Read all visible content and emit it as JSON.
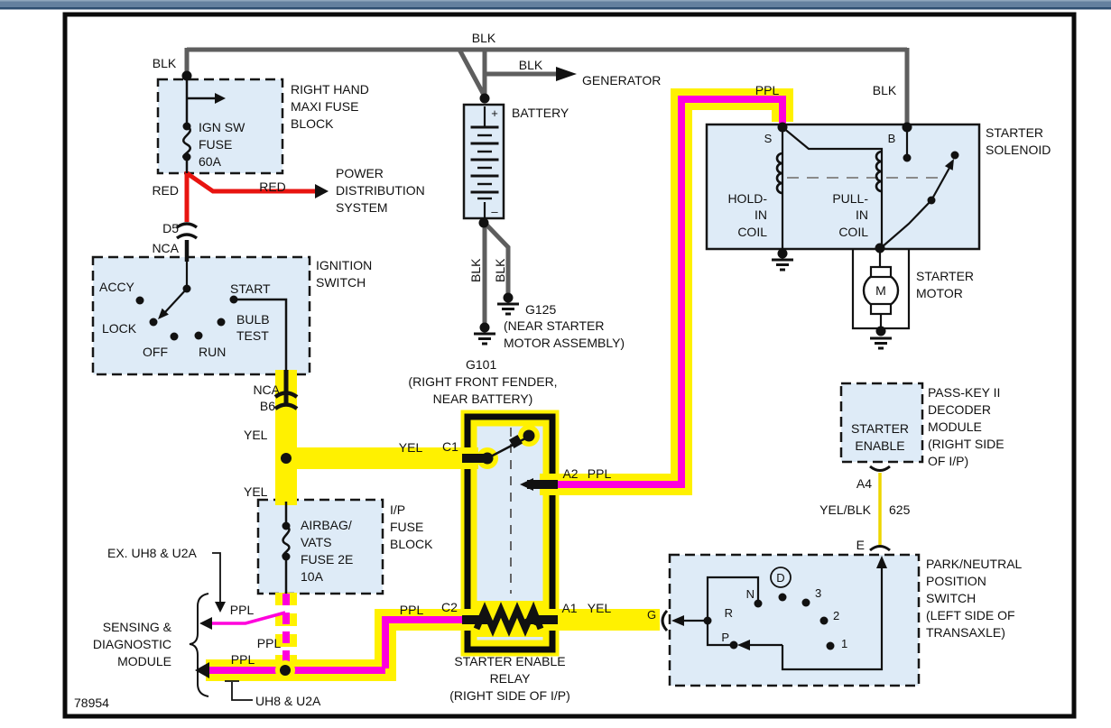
{
  "titlebar": {
    "color": "#64809f",
    "edge_color": "#2d4d70"
  },
  "figure_number": "78954",
  "colors": {
    "wire_blk": "#5E5E5E",
    "wire_red": "#E81410",
    "wire_ppl": "#FF00DC",
    "wire_yel": "#FFF100",
    "circuit_highlight": "#FFF100",
    "component_fill": "#DEEBF7"
  },
  "labels": {
    "blk_top": "BLK",
    "blk_left": "BLK",
    "blk_gen": "BLK",
    "generator": "GENERATOR",
    "battery": "BATTERY",
    "ppl_top": "PPL",
    "blk_b": "BLK",
    "rh_block_1": "RIGHT HAND",
    "rh_block_2": "MAXI FUSE",
    "rh_block_3": "BLOCK",
    "ign_fuse_1": "IGN SW",
    "ign_fuse_2": "FUSE",
    "ign_fuse_3": "60A",
    "red_1": "RED",
    "red_2": "RED",
    "power_1": "POWER",
    "power_2": "DISTRIBUTION",
    "power_3": "SYSTEM",
    "d5": "D5",
    "nca_top": "NCA",
    "ign_title_1": "IGNITION",
    "ign_title_2": "SWITCH",
    "accy": "ACCY",
    "lock": "LOCK",
    "off": "OFF",
    "run": "RUN",
    "bulb_1": "BULB",
    "bulb_2": "TEST",
    "start": "START",
    "nca_b6_1": "NCA",
    "nca_b6_2": "B6",
    "yel_1": "YEL",
    "yel_2": "YEL",
    "yel_c1": "YEL",
    "c1": "C1",
    "a2": "A2",
    "ppl_a2": "PPL",
    "g101_1": "G101",
    "g101_2": "(RIGHT FRONT FENDER,",
    "g101_3": "NEAR BATTERY)",
    "g125_1": "G125",
    "g125_2": "(NEAR STARTER",
    "g125_3": "MOTOR ASSEMBLY)",
    "blk_g101": "BLK",
    "blk_g125": "BLK",
    "sol_title_1": "STARTER",
    "sol_title_2": "SOLENOID",
    "s": "S",
    "b": "B",
    "hold_1": "HOLD-",
    "hold_2": "IN",
    "hold_3": "COIL",
    "pull_1": "PULL-",
    "pull_2": "IN",
    "pull_3": "COIL",
    "motor_1": "STARTER",
    "motor_2": "MOTOR",
    "m": "M",
    "passkey_box_1": "STARTER",
    "passkey_box_2": "ENABLE",
    "passkey_1": "PASS-KEY II",
    "passkey_2": "DECODER",
    "passkey_3": "MODULE",
    "passkey_4": "(RIGHT SIDE",
    "passkey_5": "OF I/P)",
    "a4": "A4",
    "yelblk": "YEL/BLK",
    "w625": "625",
    "e": "E",
    "pn_1": "PARK/NEUTRAL",
    "pn_2": "POSITION",
    "pn_3": "SWITCH",
    "pn_4": "(LEFT SIDE OF",
    "pn_5": "TRANSAXLE)",
    "d_circle": "D",
    "n": "N",
    "r": "R",
    "p": "P",
    "gear3": "3",
    "gear2": "2",
    "gear1": "1",
    "g": "G",
    "ip_1": "I/P",
    "ip_2": "FUSE",
    "ip_3": "BLOCK",
    "airbag_1": "AIRBAG/",
    "airbag_2": "VATS",
    "airbag_3": "FUSE 2E",
    "airbag_4": "10A",
    "ex_uh8": "EX. UH8 & U2A",
    "ppl_branch": "PPL",
    "ppl_mid": "PPL",
    "ppl_bot": "PPL",
    "sdm_1": "SENSING &",
    "sdm_2": "DIAGNOSTIC",
    "sdm_3": "MODULE",
    "uh8": "UH8 & U2A",
    "relay_1": "STARTER ENABLE",
    "relay_2": "RELAY",
    "relay_3": "(RIGHT SIDE OF I/P)",
    "ppl_c2": "PPL",
    "c2": "C2",
    "a1": "A1",
    "yel_a1": "YEL",
    "fig": "78954"
  }
}
